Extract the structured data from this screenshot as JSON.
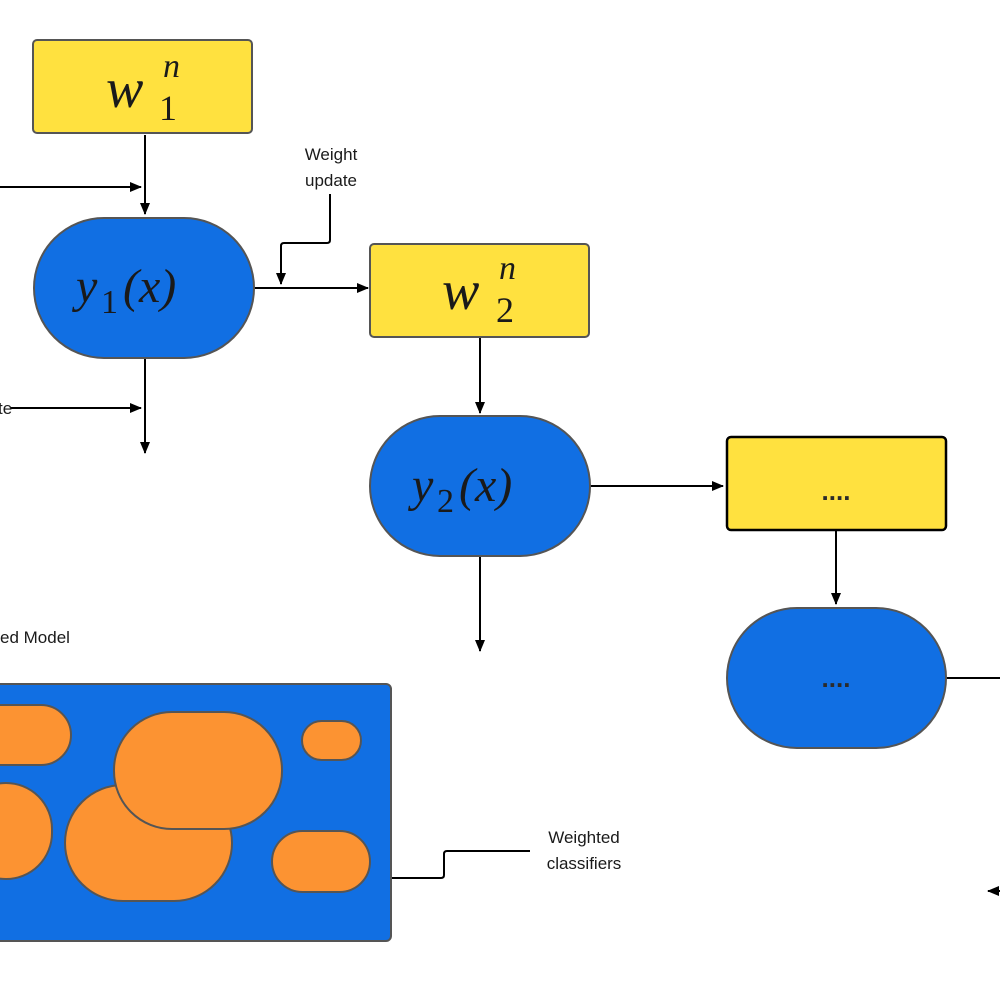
{
  "colors": {
    "weight_box": "#FFE13F",
    "classifier": "#116FE3",
    "weighted_classifier": "#FC9332",
    "stroke": "#555555",
    "arrow": "#000000"
  },
  "weights": [
    {
      "symbol": "w",
      "superscript": "n",
      "subscript": "1"
    },
    {
      "symbol": "w",
      "superscript": "n",
      "subscript": "2"
    },
    {
      "text": "...."
    }
  ],
  "classifiers": [
    {
      "func": "y",
      "subscript": "1",
      "arg": "(x)"
    },
    {
      "func": "y",
      "subscript": "2",
      "arg": "(x)"
    },
    {
      "text": "...."
    }
  ],
  "labels": {
    "weight_update": [
      "Weight",
      "update"
    ],
    "left_partial": "te",
    "combined_model": "ed Model",
    "weighted_classifiers": [
      "Weighted",
      "classifiers"
    ]
  }
}
